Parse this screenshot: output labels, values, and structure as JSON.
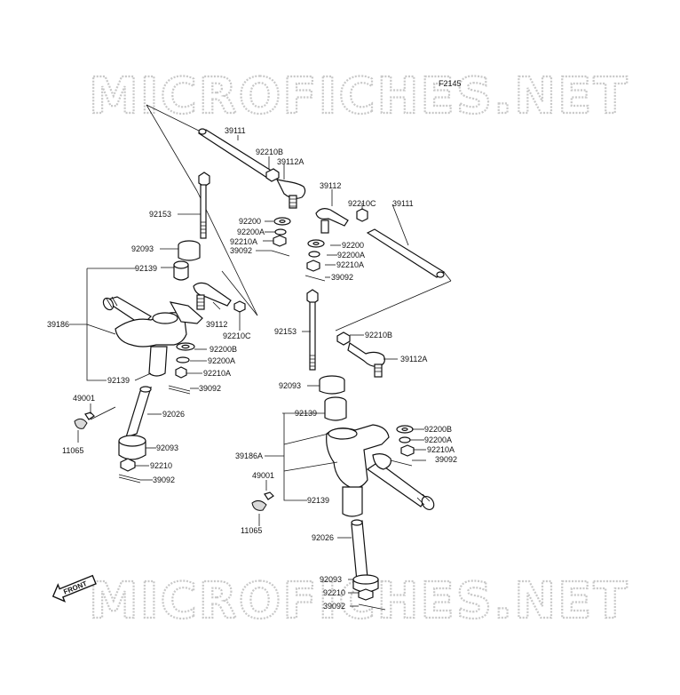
{
  "figure_code": "F2145",
  "watermark": "MICROFICHES.NET",
  "front_label": "FRONT",
  "labels": {
    "top_39111": "39111",
    "top_92210B": "92210B",
    "top_39112A": "39112A",
    "top_92153": "92153",
    "top_92200": "92200",
    "top_92200A": "92200A",
    "top_92210A": "92210A",
    "top_39092": "39092",
    "top_92093": "92093",
    "top_92139": "92139",
    "mid_39112": "39112",
    "mid_92210C": "92210C",
    "right_39112": "39112",
    "right_92210C": "92210C",
    "right_39111": "39111",
    "right_92200": "92200",
    "right_92200A": "92200A",
    "right_92210A": "92210A",
    "right_39092": "39092",
    "left_39186": "39186",
    "left_92200B": "92200B",
    "left_92200A": "92200A",
    "left_92210A": "92210A",
    "left_92139": "92139",
    "left_39092": "39092",
    "left_49001": "49001",
    "left_92026": "92026",
    "left_11065": "11065",
    "left_92093": "92093",
    "left_92210": "92210",
    "left_39092b": "39092",
    "r2_92153": "92153",
    "r2_92210B": "92210B",
    "r2_39112A": "39112A",
    "r2_92093": "92093",
    "r2_92139": "92139",
    "r2_92200B": "92200B",
    "r2_92200A": "92200A",
    "r2_92210A": "92210A",
    "r2_39092": "39092",
    "r2_39186A": "39186A",
    "r2_49001": "49001",
    "r2_92139b": "92139",
    "r2_11065": "11065",
    "r2_92026": "92026",
    "r2_92093b": "92093",
    "r2_92210": "92210",
    "r2_39092b": "39092"
  }
}
